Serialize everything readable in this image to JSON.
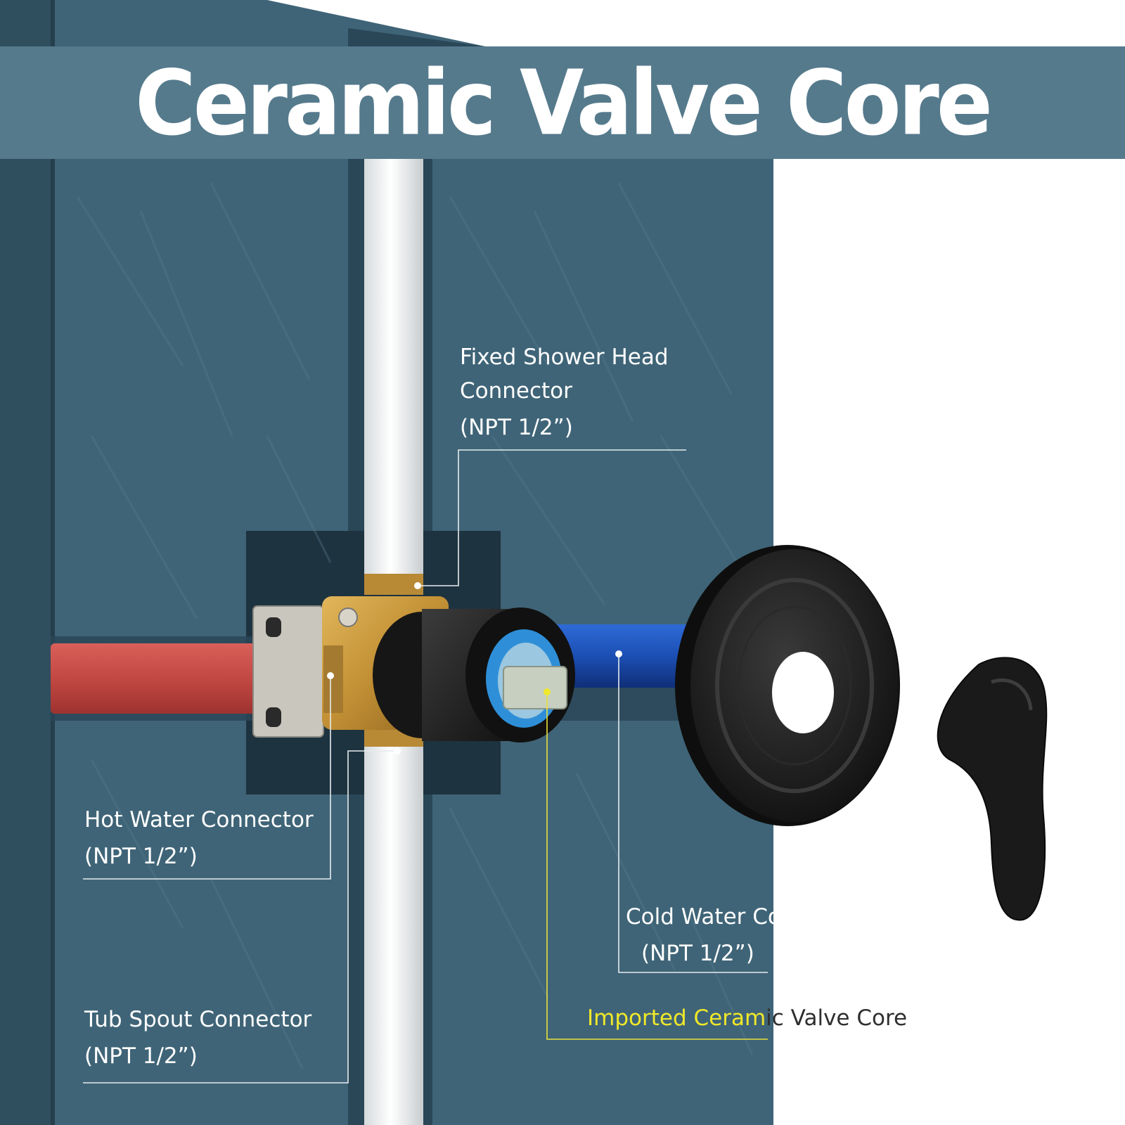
{
  "title": "Ceramic Valve Core",
  "callouts": {
    "shower_head": [
      "Fixed Shower Head",
      "Connector",
      "(NPT 1/2”)"
    ],
    "hot_water": [
      "Hot Water Connector",
      "(NPT 1/2”)"
    ],
    "tub_spout": [
      "Tub Spout Connector",
      "(NPT 1/2”)"
    ],
    "cold_water": [
      "Cold Water Connector",
      "(NPT 1/2”)"
    ],
    "valve_core_highlight": "Imported Ceram",
    "valve_core_rest": "ic Valve Core"
  },
  "colors": {
    "wall": "#3f6477",
    "banner": "#557a8c",
    "hot_pipe": "#c44a45",
    "cold_pipe": "#1f4fb0",
    "white_pipe": "#f1f3f4",
    "brass": "#c8973a",
    "black_trim": "#1a1a1a",
    "highlight": "#f0e82a"
  },
  "icons": [
    "valve-body-icon",
    "escutcheon-plate-icon",
    "lever-handle-icon"
  ]
}
